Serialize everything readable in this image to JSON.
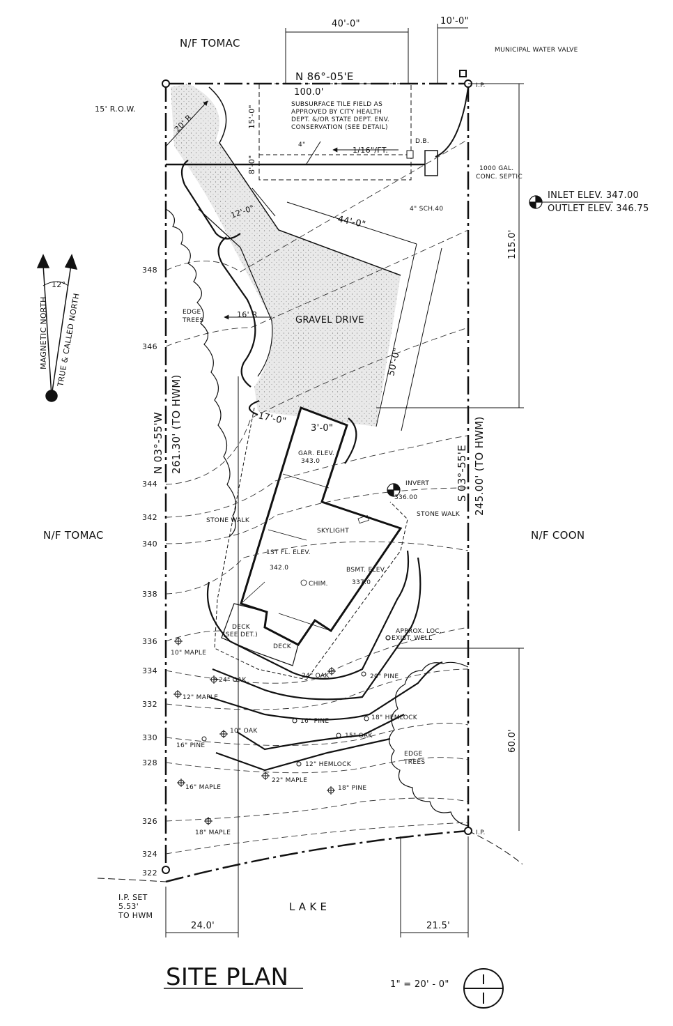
{
  "neighbors": {
    "north": "N/F TOMAC",
    "west": "N/F TOMAC",
    "east": "N/F COON"
  },
  "water_body": "L A K E",
  "dimensions": {
    "tile_field_width": "40'-0\"",
    "septic_offset": "10'-0\"",
    "tile_field_depth": "15'-0\"",
    "tile_field_offset": "8'-0\"",
    "drive_radius_top": "20' R",
    "drive_width": "12'-0\"",
    "house_width": "44'-0\"",
    "house_depth": "50'-0\"",
    "garage_offset": "17'-0\"",
    "garage_jog": "3'-0\"",
    "drive_radius": "16' R",
    "east_setback_top": "115.0'",
    "east_setback_bottom": "60.0'",
    "bottom_left": "24.0'",
    "bottom_right": "21.5'"
  },
  "bearings": {
    "north": "N 86°-05'E",
    "north_length": "100.0'",
    "west": "N 03°-55'W",
    "west_length": "261.30' (TO HWM)",
    "east": "S 03°-55'E",
    "east_length": "245.00' (TO HWM)"
  },
  "labels": {
    "row": "15' R.O.W.",
    "municipal_valve": "MUNICIPAL WATER VALVE",
    "ip_top": "I.P.",
    "ip_bottom": "I.P.",
    "tile_field": [
      "SUBSURFACE TILE FIELD AS",
      "APPROVED BY CITY HEALTH",
      "DEPT. &/OR STATE DEPT. ENV.",
      "CONSERVATION (SEE DETAIL)"
    ],
    "pipe_4in": "4\"",
    "slope": "1/16\"/FT.",
    "db": "D.B.",
    "septic": [
      "1000 GAL.",
      "CONC. SEPTIC"
    ],
    "inlet": "INLET ELEV.  347.00",
    "outlet": "OUTLET ELEV. 346.75",
    "schedule": "4\" SCH.40",
    "gravel_drive": "GRAVEL DRIVE",
    "edge_trees_west": [
      "EDGE",
      "TREES"
    ],
    "edge_trees_east": [
      "EDGE",
      "TREES"
    ],
    "gar_elev": [
      "GAR. ELEV.",
      "343.0"
    ],
    "invert": [
      "INVERT",
      "336.00"
    ],
    "stone_walk_west": "STONE WALK",
    "stone_walk_east": "STONE WALK",
    "skylight": "SKYLIGHT",
    "first_floor": [
      "1ST FL. ELEV.",
      "342.0"
    ],
    "basement": [
      "BSMT. ELEV.",
      "337.0"
    ],
    "chimney": "CHIM.",
    "deck_see_det": [
      "DECK",
      "(SEE DET.)"
    ],
    "deck": "DECK",
    "well": [
      "APPROX. LOC.",
      "EXIST. WELL"
    ],
    "ip_set": [
      "I.P. SET",
      "5.53'",
      "TO HWM"
    ]
  },
  "north_arrow": {
    "magnetic": "MAGNETIC NORTH",
    "true": "TRUE & CALLED NORTH",
    "declination": "12°"
  },
  "contours": [
    "348",
    "346",
    "344",
    "342",
    "340",
    "338",
    "336",
    "334",
    "332",
    "330",
    "328",
    "326",
    "324",
    "322"
  ],
  "trees": [
    "10\" MAPLE",
    "24\" OAK",
    "24\" OAK",
    "20\" PINE",
    "12\" MAPLE",
    "16\" PINE",
    "18\" HEMLOCK",
    "10\" OAK",
    "15\" OAK",
    "16\" PINE",
    "12\" HEMLOCK",
    "22\" MAPLE",
    "16\" MAPLE",
    "18\" PINE",
    "18\" MAPLE"
  ],
  "title": {
    "text": "SITE PLAN",
    "scale": "1\" = 20' - 0\""
  }
}
